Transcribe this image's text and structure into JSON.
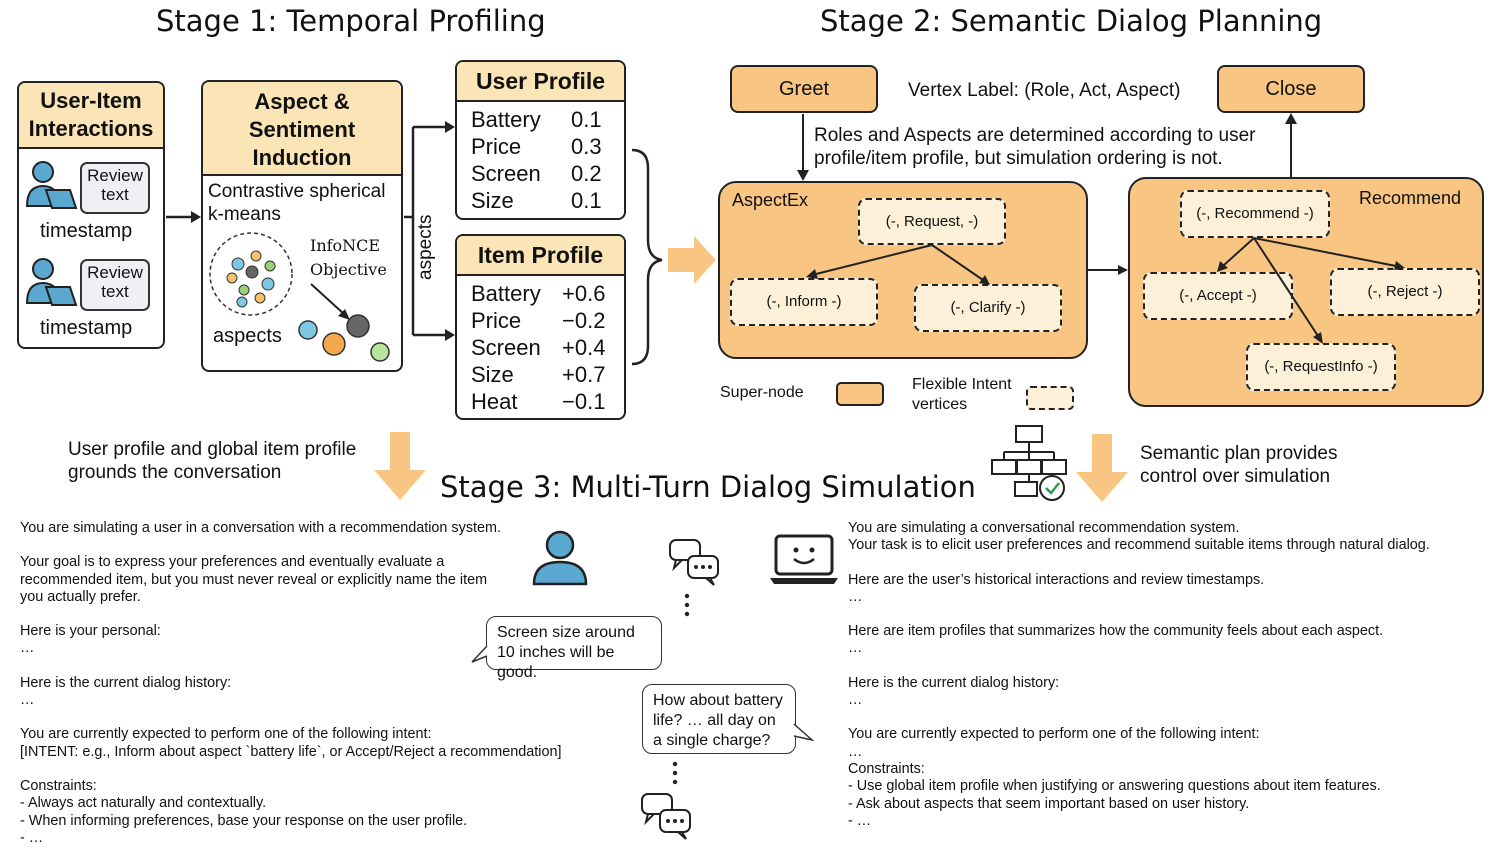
{
  "stage1": {
    "title": "Stage 1: Temporal Profiling",
    "interactions": {
      "header": "User-Item Interactions",
      "review_label": "Review text",
      "timestamp_label": "timestamp"
    },
    "induction": {
      "header": "Aspect & Sentiment Induction",
      "method": "Contrastive spherical k-means",
      "objective": "InfoNCE Objective",
      "aspects_label": "aspects"
    },
    "aspects_arrow_label": "aspects",
    "user_profile": {
      "header": "User Profile",
      "rows": [
        {
          "aspect": "Battery",
          "value": "0.1"
        },
        {
          "aspect": "Price",
          "value": "0.3"
        },
        {
          "aspect": "Screen",
          "value": "0.2"
        },
        {
          "aspect": "Size",
          "value": "0.1"
        }
      ]
    },
    "item_profile": {
      "header": "Item Profile",
      "rows": [
        {
          "aspect": "Battery",
          "value": "+0.6"
        },
        {
          "aspect": "Price",
          "value": "−0.2"
        },
        {
          "aspect": "Screen",
          "value": "+0.4"
        },
        {
          "aspect": "Size",
          "value": "+0.7"
        },
        {
          "aspect": "Heat",
          "value": "−0.1"
        }
      ]
    }
  },
  "stage2": {
    "title": "Stage 2: Semantic Dialog Planning",
    "greet": "Greet",
    "close": "Close",
    "vertex_label": "Vertex Label: (Role, Act, Aspect)",
    "roles_note": "Roles and Aspects are determined according to user profile/item profile, but simulation ordering is not.",
    "aspectex": {
      "label": "AspectEx",
      "request": "(-, Request, -)",
      "inform": "(-, Inform -)",
      "clarify": "(-, Clarify -)"
    },
    "recommend": {
      "label": "Recommend",
      "recommend": "(-, Recommend -)",
      "accept": "(-, Accept -)",
      "reject": "(-, Reject -)",
      "requestinfo": "(-, RequestInfo -)"
    },
    "legend": {
      "super_node": "Super-node",
      "flexible": "Flexible Intent vertices"
    }
  },
  "stage3": {
    "title": "Stage 3: Multi-Turn Dialog Simulation",
    "left_note": "User profile and global item profile grounds the conversation",
    "right_note": "Semantic plan provides control over simulation",
    "user_prompt": [
      "You are simulating a user in a conversation with a recommendation system.",
      "",
      "Your goal is to express your preferences and eventually evaluate a",
      "recommended item, but you must never reveal or explicitly name the item",
      "you actually prefer.",
      "",
      "Here is your personal:",
      "…",
      "",
      "Here is the current dialog history:",
      "…",
      "",
      "You are currently expected to perform one of the following intent:",
      "[INTENT: e.g., Inform about aspect `battery life`, or Accept/Reject a recommendation]",
      "",
      "Constraints:",
      "- Always act naturally and contextually.",
      "- When informing preferences, base your response on the user profile.",
      "-    …"
    ],
    "system_prompt": [
      "You are simulating a conversational recommendation system.",
      "Your task is to elicit user preferences and recommend suitable items through natural dialog.",
      "",
      "Here are the user’s historical interactions and review timestamps.",
      "…",
      "",
      "Here are  item profiles that summarizes how the community feels about each aspect.",
      "…",
      "",
      "Here is the current dialog history:",
      "…",
      "",
      "You are currently expected to perform one of the following intent:",
      "…",
      "Constraints:",
      "- Use global item profile when justifying or answering questions about item features.",
      "- Ask about aspects that seem important based on user history.",
      "-     …"
    ],
    "bubble_user": "Screen size around 10 inches will be good.",
    "bubble_system": "How about battery life? … all day on a single charge?"
  },
  "colors": {
    "node_fill": "#f9c582",
    "header_fill": "#fbe5b7",
    "intent_fill": "#fdf0d9",
    "flow_arrow": "#f9c582",
    "person": "#5aa7cf"
  }
}
